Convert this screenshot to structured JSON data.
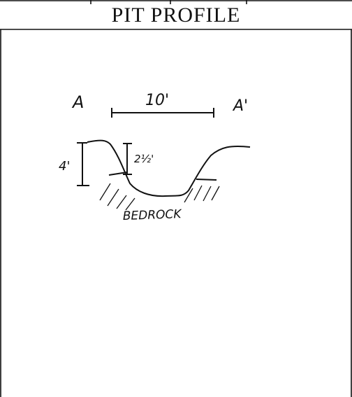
{
  "header": {
    "title": "PIT PROFILE"
  },
  "sketch": {
    "label_left": "A",
    "label_right": "A'",
    "width_dim": "10'",
    "depth_total": "4'",
    "depth_partial": "2½'",
    "bedrock_label": "BEDROCK"
  }
}
